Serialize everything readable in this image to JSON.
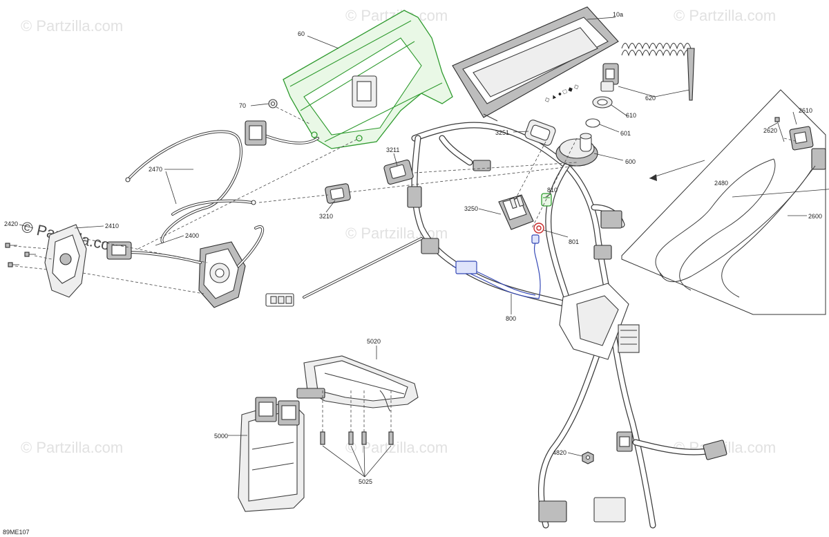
{
  "diagram_id": "89ME107",
  "watermark": {
    "text": "© Partzilla.com",
    "color": "#c9c9c9",
    "strong_color": "#4a4a4a"
  },
  "highlight_colors": {
    "part_60": "#2e9a2e",
    "part_800": "#3347b5",
    "part_801": "#c82828",
    "part_810": "#2e9a2e"
  },
  "callouts": [
    {
      "id": "10a",
      "label": "10a"
    },
    {
      "id": "60",
      "label": "60"
    },
    {
      "id": "70",
      "label": "70"
    },
    {
      "id": "620",
      "label": "620"
    },
    {
      "id": "610",
      "label": "610"
    },
    {
      "id": "601",
      "label": "601"
    },
    {
      "id": "600",
      "label": "600"
    },
    {
      "id": "3251",
      "label": "3251"
    },
    {
      "id": "3211",
      "label": "3211"
    },
    {
      "id": "2470",
      "label": "2470"
    },
    {
      "id": "3210",
      "label": "3210"
    },
    {
      "id": "3250",
      "label": "3250"
    },
    {
      "id": "810",
      "label": "810"
    },
    {
      "id": "801",
      "label": "801"
    },
    {
      "id": "800",
      "label": "800"
    },
    {
      "id": "2420",
      "label": "2420"
    },
    {
      "id": "2410",
      "label": "2410"
    },
    {
      "id": "2400",
      "label": "2400"
    },
    {
      "id": "2610",
      "label": "2610"
    },
    {
      "id": "2620",
      "label": "2620"
    },
    {
      "id": "2480",
      "label": "2480"
    },
    {
      "id": "2600",
      "label": "2600"
    },
    {
      "id": "5020",
      "label": "5020"
    },
    {
      "id": "5000",
      "label": "5000"
    },
    {
      "id": "5025",
      "label": "5025"
    },
    {
      "id": "4820",
      "label": "4820"
    }
  ]
}
